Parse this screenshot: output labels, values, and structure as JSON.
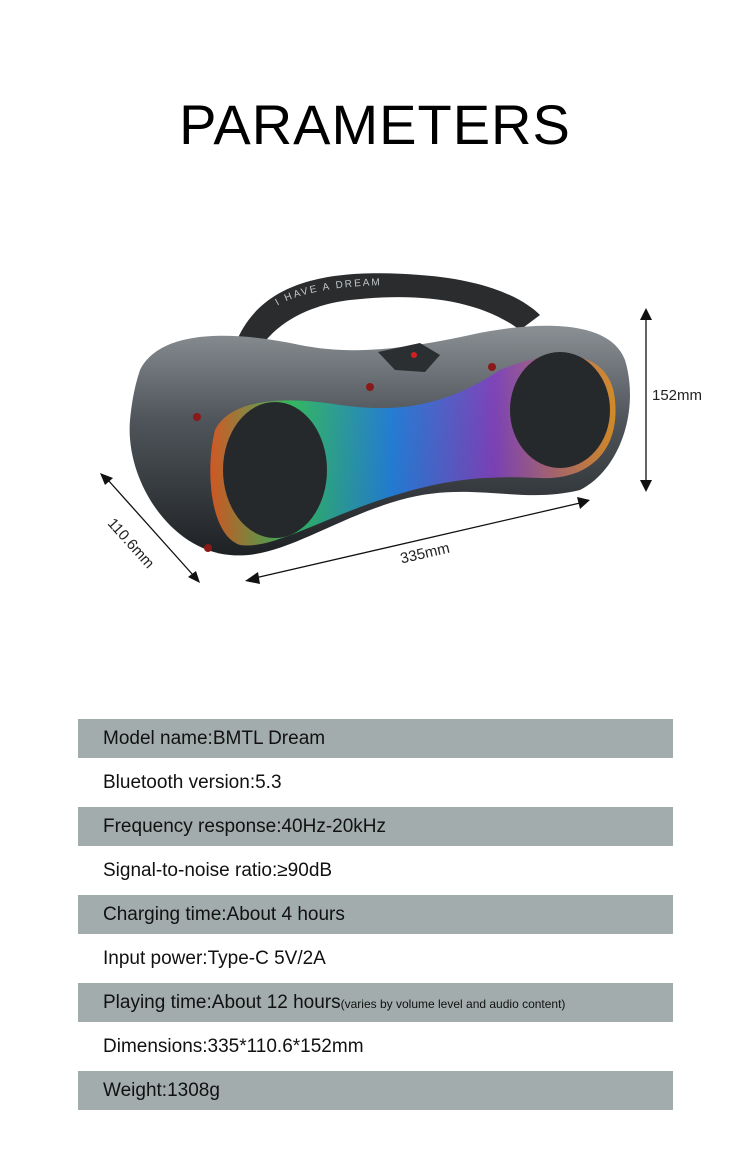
{
  "title": "PARAMETERS",
  "product_image": {
    "handle_lettering": "I HAVE A DREAM"
  },
  "dimensions": {
    "height": "152mm",
    "length": "335mm",
    "depth": "110.6mm"
  },
  "specs": [
    {
      "text": "Model name:BMTL Dream",
      "note": ""
    },
    {
      "text": "Bluetooth version:5.3",
      "note": ""
    },
    {
      "text": "Frequency response:40Hz-20kHz",
      "note": ""
    },
    {
      "text": "Signal-to-noise ratio:≥90dB",
      "note": ""
    },
    {
      "text": "Charging time:About 4 hours",
      "note": ""
    },
    {
      "text": "Input power:Type-C 5V/2A",
      "note": ""
    },
    {
      "text": "Playing time:About 12 hours",
      "note": "(varies by volume level and audio content)"
    },
    {
      "text": "Dimensions:335*110.6*152mm",
      "note": ""
    },
    {
      "text": "Weight:1308g",
      "note": ""
    }
  ],
  "colors": {
    "row_band": "#a2acac",
    "body": "#4a5055",
    "handle": "#2a2c2e"
  }
}
